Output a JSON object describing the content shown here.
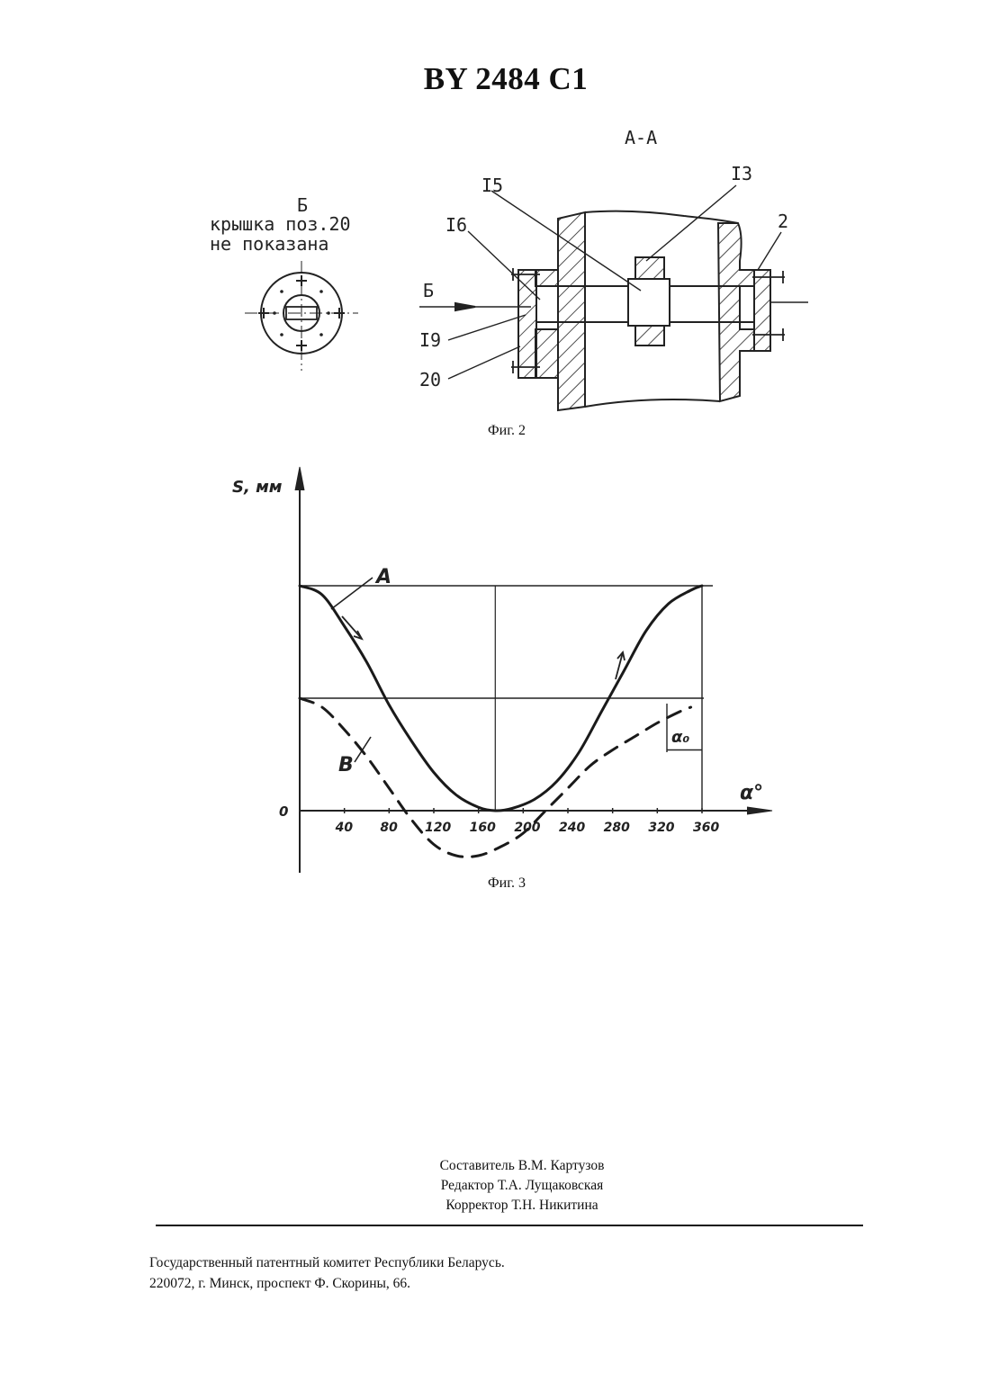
{
  "header": {
    "doc_number": "BY 2484 C1"
  },
  "fig2": {
    "section_label": "А-А",
    "view_label": "Б",
    "note_line1": "крышка поз.20",
    "note_line2": "не показана",
    "arrow_label": "Б",
    "callouts": [
      "I5",
      "I3",
      "I6",
      "2",
      "I9",
      "20"
    ],
    "caption": "Фиг. 2"
  },
  "fig3": {
    "caption": "Фиг. 3",
    "chart_data": {
      "type": "line",
      "ylabel": "S, мм",
      "xlabel": "α°",
      "origin_label": "0",
      "x_ticks": [
        "40",
        "80",
        "120",
        "160",
        "200",
        "240",
        "280",
        "320",
        "360"
      ],
      "xlim": [
        0,
        400
      ],
      "annotation": "α₀",
      "series": [
        {
          "name": "A",
          "style": "solid",
          "points": [
            [
              0,
              1.0
            ],
            [
              20,
              0.96
            ],
            [
              40,
              0.82
            ],
            [
              60,
              0.66
            ],
            [
              80,
              0.47
            ],
            [
              100,
              0.31
            ],
            [
              120,
              0.17
            ],
            [
              140,
              0.07
            ],
            [
              160,
              0.015
            ],
            [
              175,
              0.0
            ],
            [
              190,
              0.01
            ],
            [
              210,
              0.05
            ],
            [
              230,
              0.13
            ],
            [
              250,
              0.26
            ],
            [
              270,
              0.44
            ],
            [
              290,
              0.62
            ],
            [
              310,
              0.8
            ],
            [
              330,
              0.92
            ],
            [
              350,
              0.98
            ],
            [
              360,
              1.0
            ]
          ]
        },
        {
          "name": "B",
          "style": "dashed",
          "points": [
            [
              0,
              0.5
            ],
            [
              20,
              0.46
            ],
            [
              40,
              0.36
            ],
            [
              60,
              0.24
            ],
            [
              80,
              0.1
            ],
            [
              100,
              -0.04
            ],
            [
              120,
              -0.15
            ],
            [
              140,
              -0.2
            ],
            [
              160,
              -0.2
            ],
            [
              180,
              -0.16
            ],
            [
              200,
              -0.1
            ],
            [
              220,
              0.0
            ],
            [
              240,
              0.1
            ],
            [
              260,
              0.2
            ],
            [
              280,
              0.27
            ],
            [
              300,
              0.33
            ],
            [
              320,
              0.39
            ],
            [
              340,
              0.44
            ],
            [
              350,
              0.46
            ]
          ]
        }
      ]
    }
  },
  "credits": {
    "line1": "Составитель В.М. Картузов",
    "line2": "Редактор Т.А. Лущаковская",
    "line3": "Корректор Т.Н. Никитина"
  },
  "publisher": {
    "line1": "Государственный патентный комитет Республики Беларусь.",
    "line2": "220072, г. Минск, проспект Ф. Скорины, 66."
  }
}
